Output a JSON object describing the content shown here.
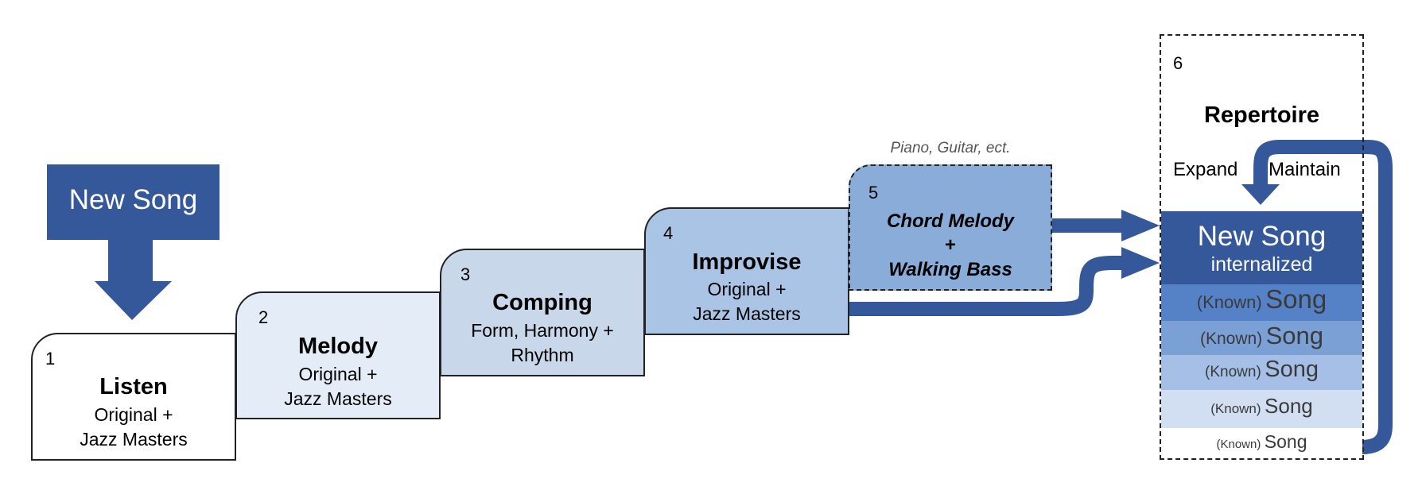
{
  "new_song_box": {
    "label": "New Song",
    "color": "#34589a"
  },
  "steps": [
    {
      "number": "1",
      "title": "Listen",
      "line1": "Original +",
      "line2": "Jazz Masters",
      "fill": "#ffffff"
    },
    {
      "number": "2",
      "title": "Melody",
      "line1": "Original +",
      "line2": "Jazz Masters",
      "fill": "#e3ecf7"
    },
    {
      "number": "3",
      "title": "Comping",
      "line1": "Form, Harmony +",
      "line2": "Rhythm",
      "fill": "#c9d7ea"
    },
    {
      "number": "4",
      "title": "Improvise",
      "line1": "Original +",
      "line2": "Jazz Masters",
      "fill": "#a9c4e5"
    },
    {
      "number": "5",
      "line1": "Chord Melody",
      "line2": "+",
      "line3": "Walking Bass",
      "fill": "#89acd9",
      "note": "Piano, Guitar, ect."
    }
  ],
  "repertoire": {
    "number": "6",
    "title": "Repertoire",
    "expand": "Expand",
    "maintain": "Maintain",
    "new_song": "New Song",
    "internalized": "internalized",
    "known_prefix": "(Known)",
    "song_word": "Song",
    "row_colors": [
      "#5582c6",
      "#7aa0d6",
      "#a5bfe6",
      "#d2dff2",
      "#ffffff"
    ]
  },
  "arrow_color": "#34589a"
}
